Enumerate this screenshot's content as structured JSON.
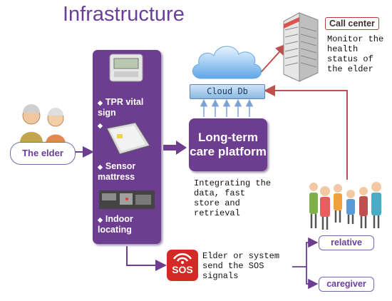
{
  "title": "Infrastructure",
  "devices": [
    {
      "label": "TPR vital sign"
    },
    {
      "label": ""
    },
    {
      "label": "Sensor mattress"
    },
    {
      "label": "Indoor locating"
    }
  ],
  "cloud_label": "Cloud Db",
  "platform_label": "Long-term care platform",
  "platform_desc": "Integrating the data, fast store and retrieval",
  "call_center_label": "Call center",
  "call_center_desc": "Monitor the health status of the elder",
  "elder_label": "The elder",
  "sos_text": "SOS",
  "sos_desc": "Elder or system send the SOS signals",
  "relative_label": "relative",
  "caregiver_label": "caregiver",
  "colors": {
    "accent": "#6d3d8f",
    "title": "#6b3f99",
    "arrow_red": "#c0504d",
    "sos_red": "#d42a26"
  }
}
